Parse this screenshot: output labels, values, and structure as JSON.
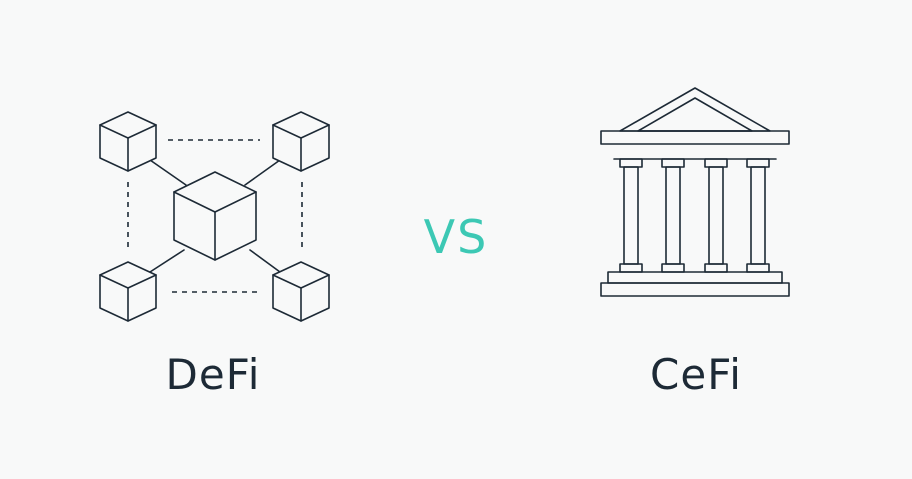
{
  "left": {
    "label": "DeFi",
    "icon": "decentralized-network-icon"
  },
  "center": {
    "label": "VS",
    "color": "#3cc8b4"
  },
  "right": {
    "label": "CeFi",
    "icon": "bank-building-icon"
  },
  "colors": {
    "ink": "#1d2a36",
    "background": "#f8f9f9",
    "accent": "#3cc8b4"
  }
}
